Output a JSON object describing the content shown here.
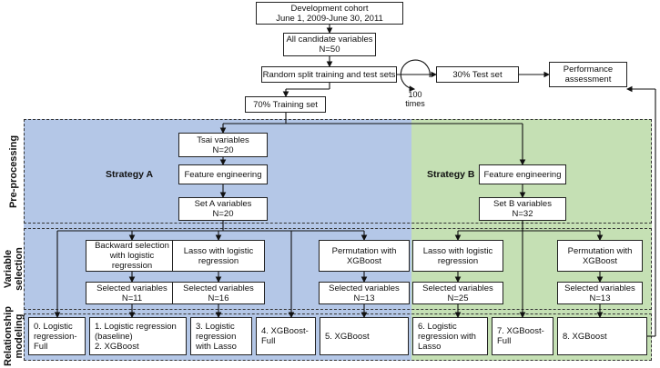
{
  "top": {
    "cohort": "Development cohort\nJune 1, 2009-June 30, 2011",
    "candidates": "All candidate variables\nN=50",
    "split": "Random split training and test sets",
    "test": "30% Test set",
    "perf": "Performance\nassessment",
    "train": "70% Training set",
    "times": "100\ntimes"
  },
  "rows": {
    "pre": "Pre-processing",
    "var": "Variable\nselection",
    "rel": "Relationship\nmodeling"
  },
  "strategyA": {
    "label": "Strategy A",
    "tsai": "Tsai variables\nN=20",
    "fe": "Feature engineering",
    "setA": "Set A variables\nN=20",
    "backward": "Backward selection\nwith logistic\nregression",
    "lasso": "Lasso with logistic\nregression",
    "perm": "Permutation with\nXGBoost",
    "sel1": "Selected variables\nN=11",
    "sel2": "Selected variables\nN=16",
    "sel3": "Selected variables\nN=13"
  },
  "strategyB": {
    "label": "Strategy B",
    "fe": "Feature engineering",
    "setB": "Set B variables\nN=32",
    "lasso": "Lasso with logistic\nregression",
    "perm": "Permutation with\nXGBoost",
    "sel1": "Selected variables\nN=25",
    "sel2": "Selected variables\nN=13"
  },
  "models": {
    "m0": "0. Logistic\nregression-\nFull",
    "m12": "1. Logistic regression\n(baseline)\n2. XGBoost",
    "m3": "3. Logistic\nregression\nwith Lasso",
    "m4": "4. XGBoost-\nFull",
    "m5": "5. XGBoost",
    "m6": "6. Logistic\nregression with\nLasso",
    "m7": "7. XGBoost-\nFull",
    "m8": "8. XGBoost"
  }
}
